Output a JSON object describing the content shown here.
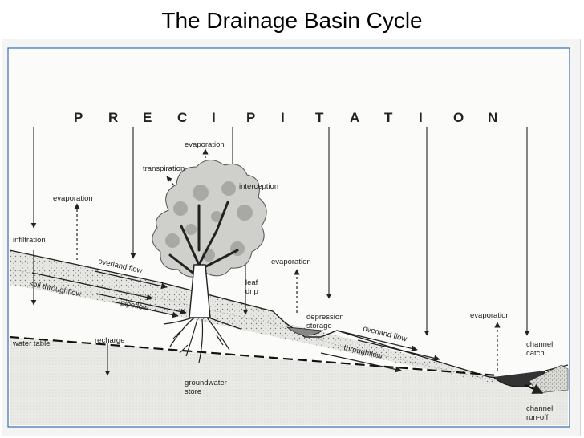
{
  "page": {
    "title": "The Drainage Basin Cycle"
  },
  "diagram": {
    "precipitation_letters": [
      "P",
      "R",
      "E",
      "C",
      "I",
      "P",
      "I",
      "T",
      "A",
      "T",
      "I",
      "O",
      "N"
    ],
    "labels": {
      "evaporation_top": "evaporation",
      "transpiration": "transpiration",
      "interception": "interception",
      "evaporation_left": "evaporation",
      "infiltration": "infiltration",
      "overland_flow_1": "overland flow",
      "soil_throughflow": "soil throughflow",
      "pipeflow": "pipeflow",
      "leaf_drip_1": "leaf",
      "leaf_drip_2": "drip",
      "evaporation_mid": "evaporation",
      "depression_storage_1": "depression",
      "depression_storage_2": "storage",
      "overland_flow_2": "overland flow",
      "throughflow": "throughflow",
      "evaporation_right": "evaporation",
      "water_table": "water table",
      "recharge": "recharge",
      "groundwater_store_1": "groundwater",
      "groundwater_store_2": "store",
      "channel_catch_1": "channel",
      "channel_catch_2": "catch",
      "channel_runoff_1": "channel",
      "channel_runoff_2": "run-off"
    }
  }
}
